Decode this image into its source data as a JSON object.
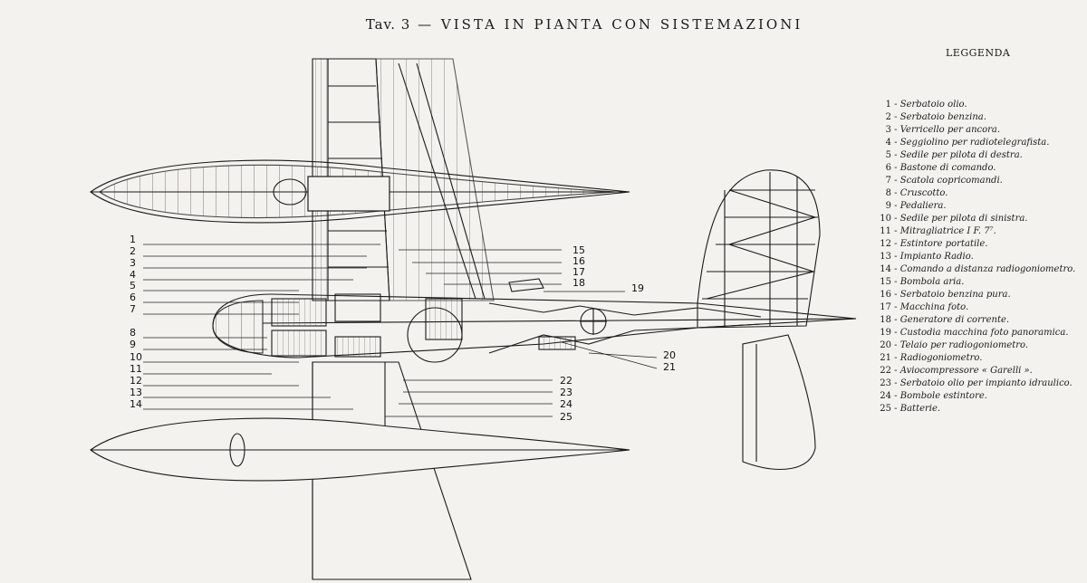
{
  "title": {
    "tav": "Tav. 3",
    "dash": "—",
    "text": "VISTA IN PIANTA CON SISTEMAZIONI"
  },
  "legend_title": "LEGGENDA",
  "legend": [
    {
      "num": "1",
      "text": "Serbatoio olio."
    },
    {
      "num": "2",
      "text": "Serbatoio benzina."
    },
    {
      "num": "3",
      "text": "Verricello per ancora."
    },
    {
      "num": "4",
      "text": "Seggiolino per radiotelegrafista."
    },
    {
      "num": "5",
      "text": "Sedile per pilota di destra."
    },
    {
      "num": "6",
      "text": "Bastone di comando."
    },
    {
      "num": "7",
      "text": "Scatola copricomandi."
    },
    {
      "num": "8",
      "text": "Cruscotto."
    },
    {
      "num": "9",
      "text": "Pedaliera."
    },
    {
      "num": "10",
      "text": "Sedile per pilota di sinistra."
    },
    {
      "num": "11",
      "text": "Mitragliatrice I F. 7⁷."
    },
    {
      "num": "12",
      "text": "Estintore portatile."
    },
    {
      "num": "13",
      "text": "Impianto Radio."
    },
    {
      "num": "14",
      "text": "Comando a distanza radiogoniometro."
    },
    {
      "num": "15",
      "text": "Bombola aria."
    },
    {
      "num": "16",
      "text": "Serbatoio benzina pura."
    },
    {
      "num": "17",
      "text": "Macchina foto."
    },
    {
      "num": "18",
      "text": "Generatore di corrente."
    },
    {
      "num": "19",
      "text": "Custodia macchina foto panoramica."
    },
    {
      "num": "20",
      "text": "Telaio per radiogoniometro."
    },
    {
      "num": "21",
      "text": "Radiogoniometro."
    },
    {
      "num": "22",
      "text": "Aviocompressore « Garelli »."
    },
    {
      "num": "23",
      "text": "Serbatoio olio per impianto idraulico."
    },
    {
      "num": "24",
      "text": "Bombole estintore."
    },
    {
      "num": "25",
      "text": "Batterie."
    }
  ],
  "callouts_left": [
    "1",
    "2",
    "3",
    "4",
    "5",
    "6",
    "7",
    "8",
    "9",
    "10",
    "11",
    "12",
    "13",
    "14"
  ],
  "callouts_mid": [
    "15",
    "16",
    "17",
    "18"
  ],
  "callouts_bottom": [
    "22",
    "23",
    "24",
    "25"
  ],
  "callouts_right": [
    "19",
    "20",
    "21"
  ]
}
